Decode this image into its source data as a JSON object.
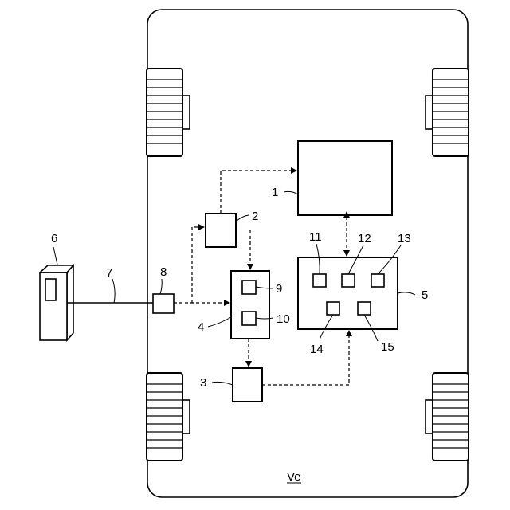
{
  "labels": {
    "controller": "1",
    "charge_unit": "2",
    "output_unit": "3",
    "storage": "4",
    "ecu": "5",
    "charger": "6",
    "cable": "7",
    "inlet": "8",
    "cell_a": "9",
    "cell_b": "10",
    "sensor_11": "11",
    "sensor_12": "12",
    "sensor_13": "13",
    "sensor_14": "14",
    "sensor_15": "15"
  },
  "vehicle_label": "Ve"
}
